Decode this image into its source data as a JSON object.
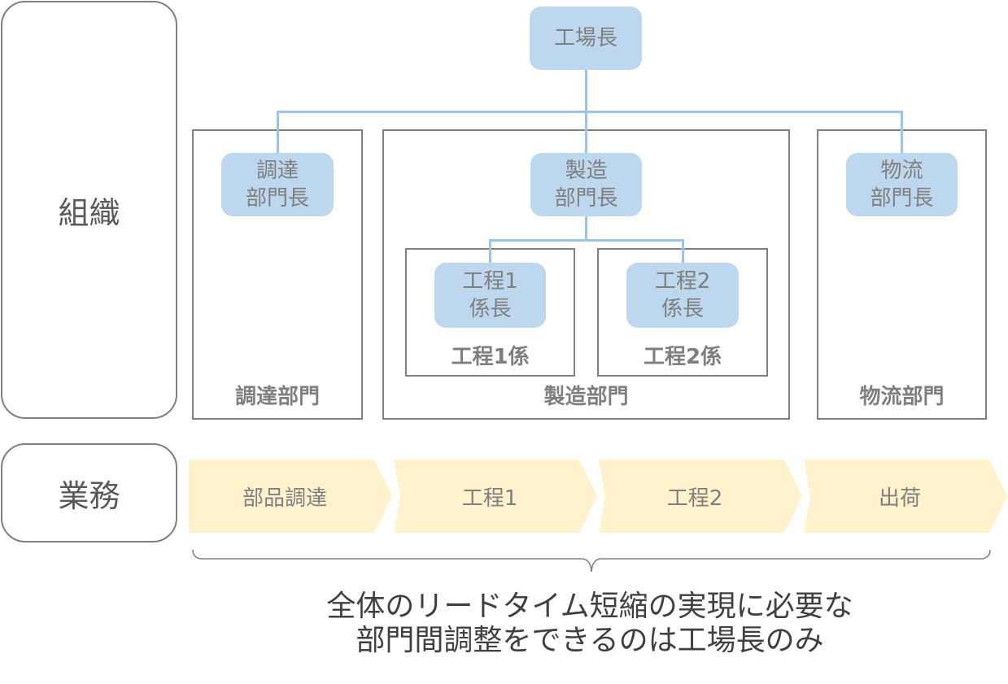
{
  "side_labels": {
    "organization": "組織",
    "operations": "業務"
  },
  "org_chart": {
    "plant_manager": "工場長",
    "procurement": {
      "head_line1": "調達",
      "head_line2": "部門長",
      "department": "調達部門"
    },
    "manufacturing": {
      "head_line1": "製造",
      "head_line2": "部門長",
      "department": "製造部門",
      "section1": {
        "chief_line1": "工程1",
        "chief_line2": "係長",
        "section": "工程1係"
      },
      "section2": {
        "chief_line1": "工程2",
        "chief_line2": "係長",
        "section": "工程2係"
      }
    },
    "logistics": {
      "head_line1": "物流",
      "head_line2": "部門長",
      "department": "物流部門"
    }
  },
  "process_flow": [
    {
      "label": "部品調達"
    },
    {
      "label": "工程1"
    },
    {
      "label": "工程2"
    },
    {
      "label": "出荷"
    }
  ],
  "conclusion": {
    "line1": "全体のリードタイム短縮の実現に必要な",
    "line2": "部門間調整をできるのは工場長のみ"
  },
  "colors": {
    "box_fill": "#bdd7ee",
    "connector": "#9dc3e6",
    "chevron_fill": "#fff2cc",
    "frame": "#7f7f7f"
  }
}
